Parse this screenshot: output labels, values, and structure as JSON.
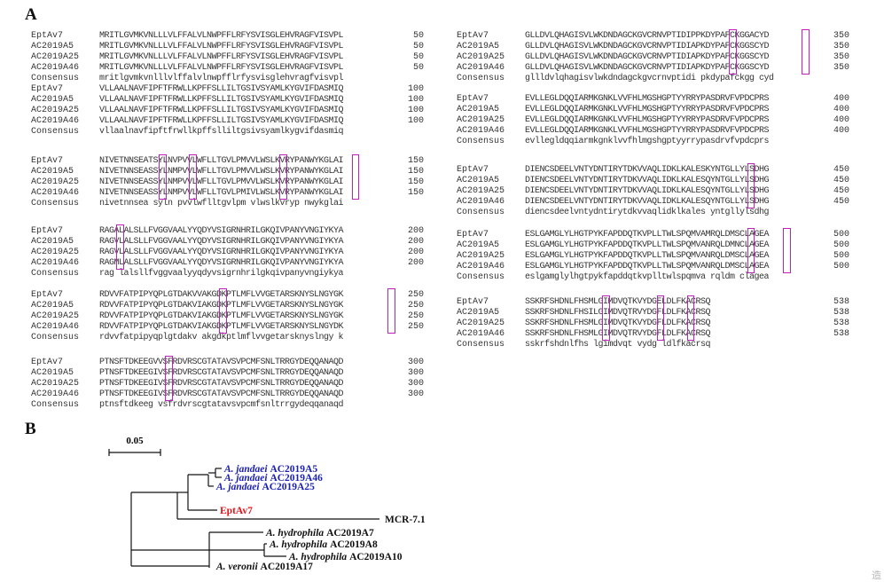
{
  "figure": {
    "panel_a_label": "A",
    "panel_b_label": "B",
    "watermark": "造",
    "alignment": {
      "sequence_names": [
        "EptAv7",
        "AC2019A5",
        "AC2019A25",
        "AC2019A46",
        "Consensus"
      ],
      "highlight_color": "#c21fc0",
      "blocks": [
        {
          "end": "50",
          "rows": [
            "MRITLGVMKVNLLLVLFFALVLNWPFFLRFYSVISGLEHVRAGFVISVPL",
            "MRITLGVMKVNLLLVLFFALVLNWPFFLRFYSVISGLEHVRAGFVISVPL",
            "MRITLGVMKVNLLLVLFFALVLNWPFFLRFYSVISGLEHVRAGFVISVPL",
            "MRITLGVMKVNLLLVLFFALVLNWPFFLRFYSVISGLEHVRAGFVISVPL",
            "mritlgvmkvnlllvlffalvlnwpfflrfysvisglehvragfvisvpl"
          ],
          "hl": []
        },
        {
          "end": "100",
          "rows": [
            "VLLAALNAVFIPFTFRWLLKPFFSLLILTGSIVSYAMLKYGVIFDASMIQ",
            "VLLAALNAVFIPFTFRWLLKPFFSLLILTGSIVSYAMLKYGVIFDASMIQ",
            "VLLAALNAVFIPFTFRWLLKPFFSLLILTGSIVSYAMLKYGVIFDASMIQ",
            "VLLAALNAVFIPFTFRWLLKPFFSLLILTGSIVSYAMLKYGVIFDASMIQ",
            "vllaalnavfipftfrwllkpffslliltgsivsyamlkygvifdasmiq"
          ],
          "hl": []
        },
        {
          "end": "150",
          "rows": [
            "NIVETNNSEATSYLNVPVVLWFLLTGVLPMVVLWSLKVRYPANWYKGLAI",
            "NIVETNNSEASSYLNMPVVLWFLLTGVLPMVVLWSLKVRYPANWYKGLAI",
            "NIVETNNSEASSYLNMPVVLWFLLTGVLPMVVLWSLKVRYPANWYKGLAI",
            "NIVETNNSEASSYLNMPVVLWFLLTGVLPMIVLWSLKVRYPANWYKGLAI",
            "nivetnnsea syln pvvlwflltgvlpm vlwslkvryp nwykglai"
          ],
          "hl": [
            10,
            15,
            30,
            42
          ]
        },
        {
          "end": "200",
          "rows": [
            "RAGALALSLLFVGGVAALYYQDYVSIGRNHRILGKQIVPANYVNGIYKYA",
            "RAGVLALSLLFVGGVAALYYQDYVSIGRNHRILGKQIVPANYVNGIYKYA",
            "RAGVLALSLLFVGGVAALYYQDYVSIGRNHRILGKQIVPANYVNGIYKYA",
            "RAGMLALSLLFVGGVAALYYQDYVSIGRNHRILGKQIVPANYVNGIYKYA",
            "rag lalsllfvggvaalyyqdyvsigrnhrilgkqivpanyvngiykya"
          ],
          "hl": [
            3
          ]
        },
        {
          "end": "250",
          "rows": [
            "RDVVFATPIPYQPLGTDAKVVAKGDKPTLMFLVVGETARSKNYSLNGYGK",
            "RDVVFATPIPYQPLGTDAKVIAKGDKPTLMFLVVGETARSKNYSLNGYGK",
            "RDVVFATPIPYQPLGTDAKVIAKGDKPTLMFLVVGETARSKNYSLNGYGK",
            "RDVVFATPIPYQPLGTDAKVIAKGDKPTLMFLVVGETARSKNYSLNGYDK",
            "rdvvfatpipyqplgtdakv akgdkptlmflvvgetarsknyslngy k"
          ],
          "hl": [
            20,
            48
          ]
        },
        {
          "end": "300",
          "rows": [
            "PTNSFTDKEEGVVSFRDVRSCGTATAVSVPCMFSNLTRRGYDEQQANAQD",
            "PTNSFTDKEEGIVSFRDVRSCGTATAVSVPCMFSNLTRRGYDEQQANAQD",
            "PTNSFTDKEEGIVSFRDVRSCGTATAVSVPCMFSNLTRRGYDEQQANAQD",
            "PTNSFTDKEEGIVSFRDVRSCGTATAVSVPCMFSNLTRRGYDEQQANAQD",
            "ptnsftdkeeg vsfrdvrscgtatavsvpcmfsnltrrgydeqqanaqd"
          ],
          "hl": [
            11
          ]
        },
        {
          "end": "350",
          "rows": [
            "GLLDVLQHAGISVLWKDNDAGCKGVCRNVPTIDIPPKDYPAFCKGGACYD",
            "GLLDVLQHAGISVLWKDNDAGCKGVCRNVPTIDIAPKDYPAFCKGGSCYD",
            "GLLDVLQHAGISVLWKDNDAGCKGVCRNVPTIDIAPKDYPAFCKGGSCYD",
            "GLLDVLQHAGISVLWKDNDAGCKGVCRNVPTIDIAPKDYPAFCKGGSCYD",
            "gllldvlqhagisvlwkdndagckgvcrnvptidi pkdypafckgg cyd"
          ],
          "hl": [
            34,
            46
          ]
        },
        {
          "end": "400",
          "rows": [
            "EVLLEGLDQQIARMKGNKLVVFHLMGSHGPTYYRRYPASDRVFVPDCPRS",
            "EVLLEGLDQQIARMKGNKLVVFHLMGSHGPTYYRRYPASDRVFVPDCPRS",
            "EVLLEGLDQQIARMKGNKLVVFHLMGSHGPTYYRRYPASDRVFVPDCPRS",
            "EVLLEGLDQQIARMKGNKLVVFHLMGSHGPTYYRRYPASDRVFVPDCPRS",
            "evllegldqqiarmkgnklvvfhlmgshgptyyrrypasdrvfvpdcprs"
          ],
          "hl": []
        },
        {
          "end": "450",
          "rows": [
            "DIENCSDEELVNTYDNTIRYTDKVVAQLIDKLKALESKYNTGLLYLSDHG",
            "DIENCSDEELVNTYDNTIRYTDKVVAQLIDKLKALESQYNTGLLYLSDHG",
            "DIENCSDEELVNTYDNTIRYTDKVVAQLIDKLKALESQYNTGLLYLSDHG",
            "DIENCSDEELVNTYDNTIRYTDKVVAQLIDKLKALESQYNTGLLYLSDHG",
            "diencsdeelvntydntirytdkvvaqlidklkales yntgllylsdhg"
          ],
          "hl": [
            37
          ]
        },
        {
          "end": "500",
          "rows": [
            "ESLGAMGLYLHGTPYKFAPDDQTKVPLLTWLSPQMVAMRQLDMSCLAGEA",
            "ESLGAMGLYLHGTPYKFAPDDQTKVPLLTWLSPQMVANRQLDMNCLAGEA",
            "ESLGAMGLYLHGTPYKFAPDDQTKVPLLTWLSPQMVANRQLDMSCLAGEA",
            "ESLGAMGLYLHGTPYKFAPDDQTKVPLLTWLSPQMVANRQLDMSCLAGEA",
            "eslgamglylhgtpykfapddqtkvplltwlspqmva rqldm clagea"
          ],
          "hl": [
            37,
            43
          ]
        },
        {
          "end": "538",
          "rows": [
            "SSKRFSHDNLFHSMLGIMDVQTKVYDGELDLFKACRSQ",
            "SSKRFSHDNLFHSILGIMDVQTRVYDGFLDLFKACRSQ",
            "SSKRFSHDNLFHSMLGIMDVQTKVYDGFLDLFKACRSQ",
            "SSKRFSHDNLFHSMLGIMDVQTRVYDGFLDLFKACRSQ",
            "sskrfshdnlfhs lgimdvqt vydg ldlfkacrsq"
          ],
          "hl": [
            13,
            22,
            27
          ]
        }
      ]
    },
    "tree": {
      "scale_label": "0.05",
      "taxa": [
        {
          "species": "A. jandaei",
          "strain": "AC2019A5",
          "color": "#1a1fb4"
        },
        {
          "species": "A. jandaei",
          "strain": "AC2019A46",
          "color": "#1a1fb4"
        },
        {
          "species": "A. jandaei",
          "strain": "AC2019A25",
          "color": "#1a1fb4"
        },
        {
          "species": "",
          "strain": "EptAv7",
          "color": "#e0141a"
        },
        {
          "species": "",
          "strain": "MCR-7.1",
          "color": "#111111"
        },
        {
          "species": "A. hydrophila",
          "strain": "AC2019A7",
          "color": "#111111"
        },
        {
          "species": "A. hydrophila",
          "strain": "AC2019A8",
          "color": "#111111"
        },
        {
          "species": "A. hydrophila",
          "strain": "AC2019A10",
          "color": "#111111"
        },
        {
          "species": "A. veronii",
          "strain": "AC2019A17",
          "color": "#111111"
        }
      ]
    }
  }
}
